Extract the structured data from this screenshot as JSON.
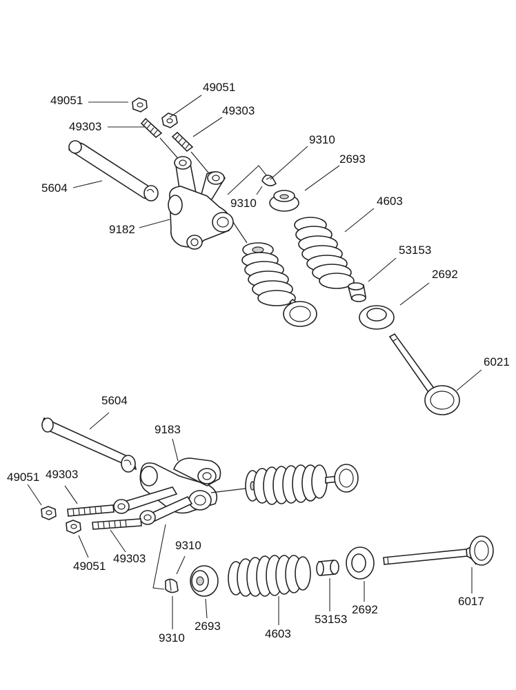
{
  "upper_assembly": {
    "labels": [
      {
        "id": "nut-a",
        "text": "49051"
      },
      {
        "id": "nut-b",
        "text": "49051"
      },
      {
        "id": "screw-a",
        "text": "49303"
      },
      {
        "id": "screw-b",
        "text": "49303"
      },
      {
        "id": "clip-a",
        "text": "9310"
      },
      {
        "id": "clip-b",
        "text": "9310"
      },
      {
        "id": "retainer",
        "text": "2693"
      },
      {
        "id": "spring",
        "text": "4603"
      },
      {
        "id": "shaft",
        "text": "5604"
      },
      {
        "id": "rocker",
        "text": "9182"
      },
      {
        "id": "seal",
        "text": "53153"
      },
      {
        "id": "seat",
        "text": "2692"
      },
      {
        "id": "valve",
        "text": "6021"
      }
    ]
  },
  "lower_assembly": {
    "labels": [
      {
        "id": "shaft",
        "text": "5604"
      },
      {
        "id": "rocker",
        "text": "9183"
      },
      {
        "id": "nut-a",
        "text": "49051"
      },
      {
        "id": "screw-a",
        "text": "49303"
      },
      {
        "id": "nut-b",
        "text": "49051"
      },
      {
        "id": "screw-b",
        "text": "49303"
      },
      {
        "id": "clip-a",
        "text": "9310"
      },
      {
        "id": "clip-b",
        "text": "9310"
      },
      {
        "id": "retainer",
        "text": "2693"
      },
      {
        "id": "spring",
        "text": "4603"
      },
      {
        "id": "seal",
        "text": "53153"
      },
      {
        "id": "seat",
        "text": "2692"
      },
      {
        "id": "valve",
        "text": "6017"
      }
    ]
  }
}
